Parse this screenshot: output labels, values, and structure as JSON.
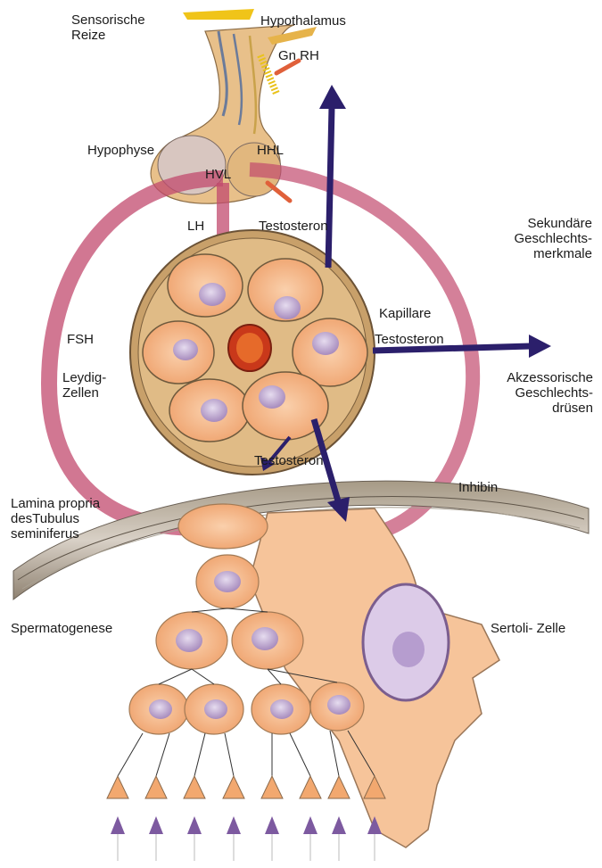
{
  "labels": {
    "sensorische_reize": "Sensorische\nReize",
    "hypothalamus": "Hypothalamus",
    "gnrh": "Gn RH",
    "hypophyse": "Hypophyse",
    "hhl": "HHL",
    "hvl": "HVL",
    "lh": "LH",
    "testosteron_top": "Testosteron",
    "sekundaere": "Sekundäre\nGeschlechts-\nmerkmale",
    "kapillare": "Kapillare",
    "testosteron_right": "Testosteron",
    "fsh": "FSH",
    "leydig": "Leydig-\nZellen",
    "akzessorische": "Akzessorische\nGeschlechts-\ndrüsen",
    "testosteron_bottom": "Testosteron",
    "inhibin": "Inhibin",
    "lamina": "Lamina propria\ndesTubulus\nseminiferus",
    "spermatogenese": "Spermatogenese",
    "sertoli": "Sertoli- Zelle"
  },
  "colors": {
    "hormone_loop": "#c24a6e",
    "testosterone_arrow": "#2b1f6b",
    "cell_fill": "#f4b27e",
    "nucleus": "#b8a2c9",
    "capillary": "#d2451a",
    "tubule_wall": "#8a7f74"
  }
}
